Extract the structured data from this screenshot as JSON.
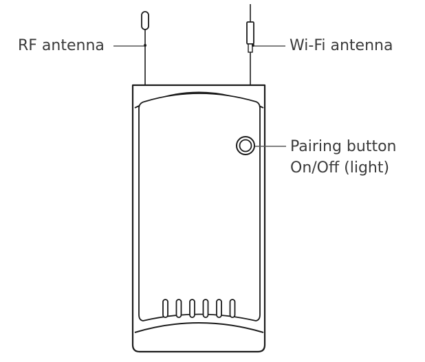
{
  "labels": {
    "rf_antenna": "RF antenna",
    "wifi_antenna": "Wi-Fi antenna",
    "pairing_button": "Pairing button",
    "on_off": "On/Off (light)"
  },
  "colors": {
    "outline": "#1a1a1a",
    "leader_line": "#555555",
    "text": "#3a3a3a",
    "background": "#ffffff"
  },
  "vent_slot_count": 6
}
